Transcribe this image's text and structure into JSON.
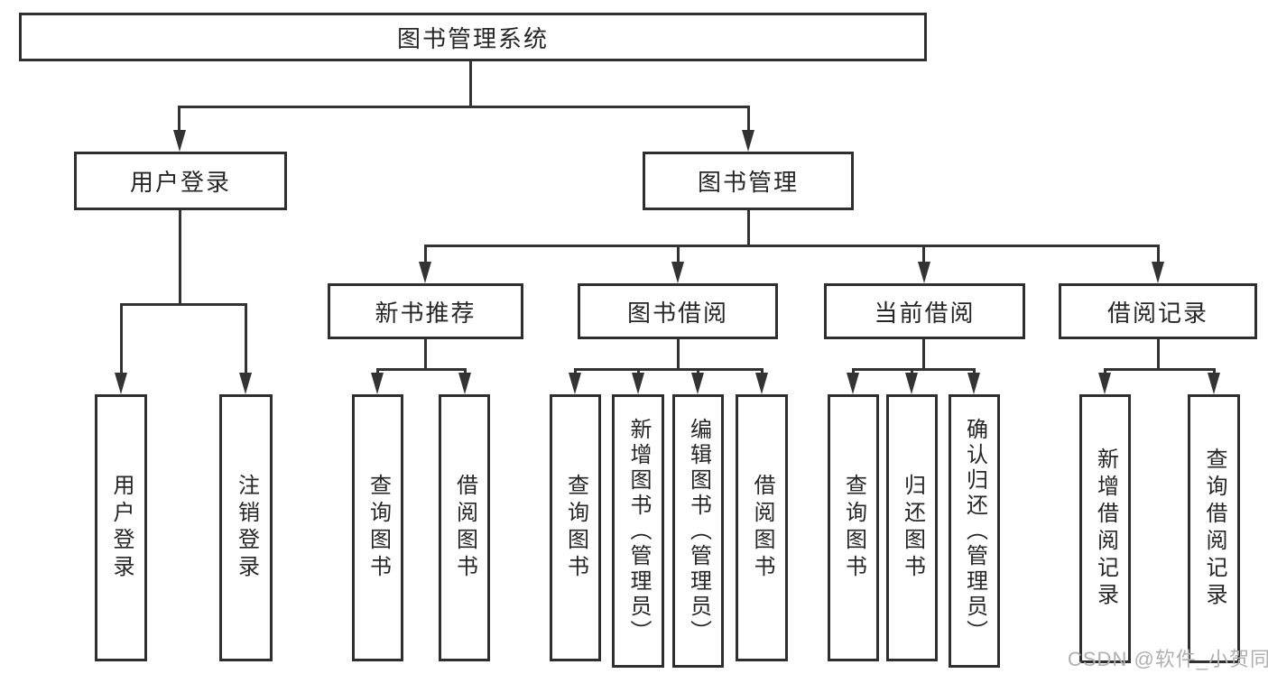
{
  "diagram": {
    "type": "tree-hierarchy",
    "colors": {
      "line": "#333333",
      "border": "#2f2f2f",
      "text": "#262626",
      "background": "#ffffff",
      "watermark": "#b0b0b0"
    },
    "nodes": {
      "root": "图书管理系统",
      "user_login": "用户登录",
      "book_management": "图书管理",
      "new_book_recommend": "新书推荐",
      "book_borrowing": "图书借阅",
      "current_borrowing": "当前借阅",
      "borrowing_records": "借阅记录",
      "leaf_user_login": "用户登录",
      "leaf_logout": "注销登录",
      "leaf_query_books_1": "查询图书",
      "leaf_borrow_books_1": "借阅图书",
      "leaf_query_books_2": "查询图书",
      "leaf_add_books_admin": "新增图书（管理员）",
      "leaf_edit_books_admin": "编辑图书（管理员）",
      "leaf_borrow_books_2": "借阅图书",
      "leaf_query_books_3": "查询图书",
      "leaf_return_books": "归还图书",
      "leaf_confirm_return_admin": "确认归还（管理员）",
      "leaf_add_borrow_record": "新增借阅记录",
      "leaf_query_borrow_record": "查询借阅记录"
    },
    "edges": [
      "root->user_login",
      "root->book_management",
      "user_login->leaf_user_login",
      "user_login->leaf_logout",
      "book_management->new_book_recommend",
      "book_management->book_borrowing",
      "book_management->current_borrowing",
      "book_management->borrowing_records",
      "new_book_recommend->leaf_query_books_1",
      "new_book_recommend->leaf_borrow_books_1",
      "book_borrowing->leaf_query_books_2",
      "book_borrowing->leaf_add_books_admin",
      "book_borrowing->leaf_edit_books_admin",
      "book_borrowing->leaf_borrow_books_2",
      "current_borrowing->leaf_query_books_3",
      "current_borrowing->leaf_return_books",
      "current_borrowing->leaf_confirm_return_admin",
      "borrowing_records->leaf_add_borrow_record",
      "borrowing_records->leaf_query_borrow_record"
    ],
    "watermark": "CSDN @软件_小贺同学"
  }
}
